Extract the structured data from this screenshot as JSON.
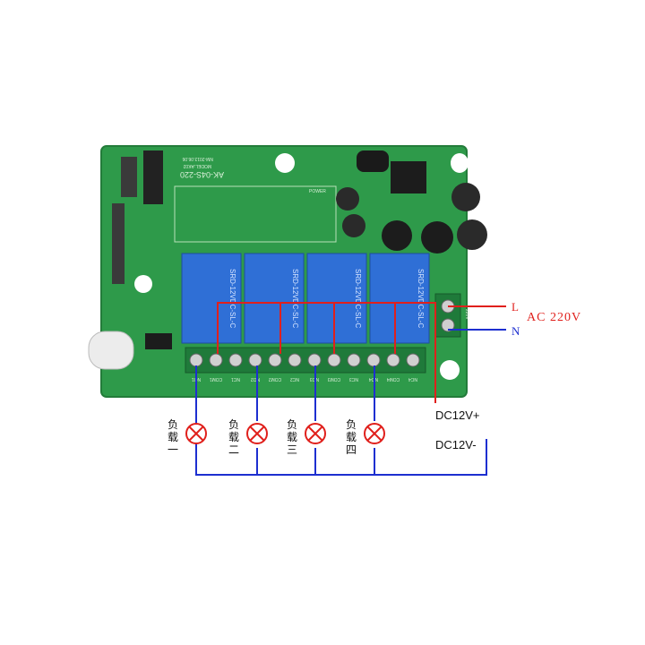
{
  "board": {
    "model_text": "AK-04S-220",
    "relay_text": "SRD-12VDC-SL-C",
    "small_text_1": "NM-2013.06.06",
    "small_text_2": "MODEL:AK02",
    "power_text": "POWER",
    "terminal_labels": [
      "NO1",
      "COM1",
      "NC1",
      "NO2",
      "COM2",
      "NC2",
      "NO3",
      "COM3",
      "NC3",
      "NO4",
      "COM4",
      "NC4"
    ],
    "ac_terminal_label": "220V"
  },
  "power": {
    "L_label": "L",
    "N_label": "N",
    "ac_label": "AC  220V",
    "dc_plus_label": "DC12V+",
    "dc_minus_label": "DC12V-"
  },
  "loads": [
    {
      "label": "负载一"
    },
    {
      "label": "负载二"
    },
    {
      "label": "负载三"
    },
    {
      "label": "负载四"
    }
  ],
  "colors": {
    "pcb": "#2e9a4a",
    "relay": "#2f6fd6",
    "red_wire": "#e0201c",
    "blue_wire": "#1d2fd0",
    "terminal": "#1f7a3a"
  }
}
